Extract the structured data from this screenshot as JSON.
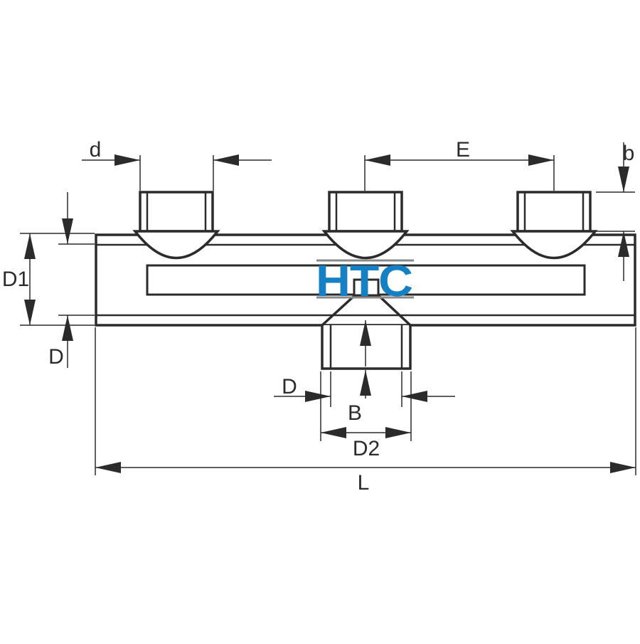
{
  "diagram": {
    "labels": {
      "d": "d",
      "E": "E",
      "b": "b",
      "D1": "D1",
      "D_left": "D",
      "D_bottom": "D",
      "B": "B",
      "D2": "D2",
      "L": "L"
    },
    "logo": {
      "text": "HTC",
      "color": "#1581c4"
    },
    "colors": {
      "line": "#2b2b2b",
      "background": "#ffffff"
    }
  }
}
